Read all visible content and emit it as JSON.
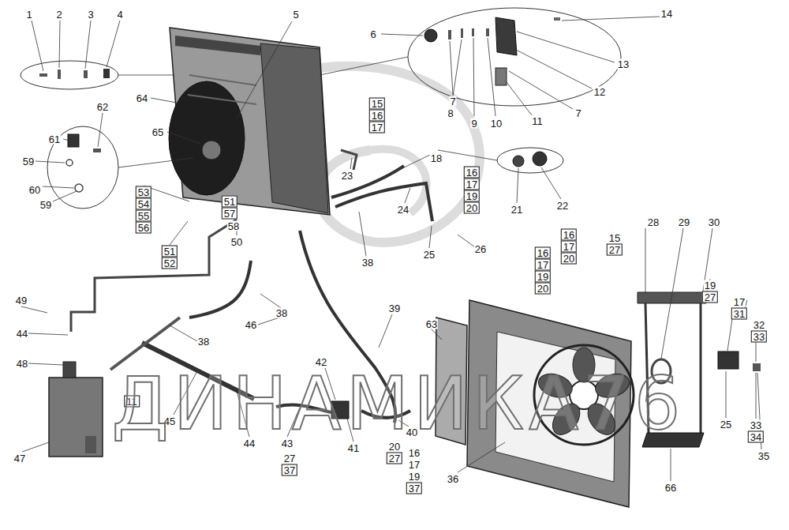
{
  "diagram": {
    "labels": [
      "1",
      "2",
      "3",
      "4",
      "5",
      "14",
      "6",
      "13",
      "12",
      "64",
      "7",
      "62",
      "15",
      "8",
      "7",
      "16",
      "9",
      "10",
      "11",
      "17",
      "65",
      "61",
      "18",
      "59",
      "16",
      "23",
      "17",
      "60",
      "53",
      "19",
      "51",
      "59",
      "54",
      "22",
      "21",
      "24",
      "20",
      "57",
      "55",
      "28",
      "29",
      "30",
      "58",
      "56",
      "16",
      "15",
      "50",
      "17",
      "27",
      "26",
      "51",
      "16",
      "25",
      "20",
      "38",
      "52",
      "17",
      "19",
      "19",
      "20",
      "27",
      "17",
      "49",
      "39",
      "31",
      "38",
      "32",
      "63",
      "46",
      "33",
      "44",
      "38",
      "42",
      "48",
      "11",
      "45",
      "33",
      "25",
      "40",
      "34",
      "44",
      "43",
      "20",
      "41",
      "16",
      "35",
      "27",
      "27",
      "17",
      "47",
      "37",
      "19",
      "36",
      "66",
      "37",
      "ДИНАМИКА76"
    ]
  }
}
